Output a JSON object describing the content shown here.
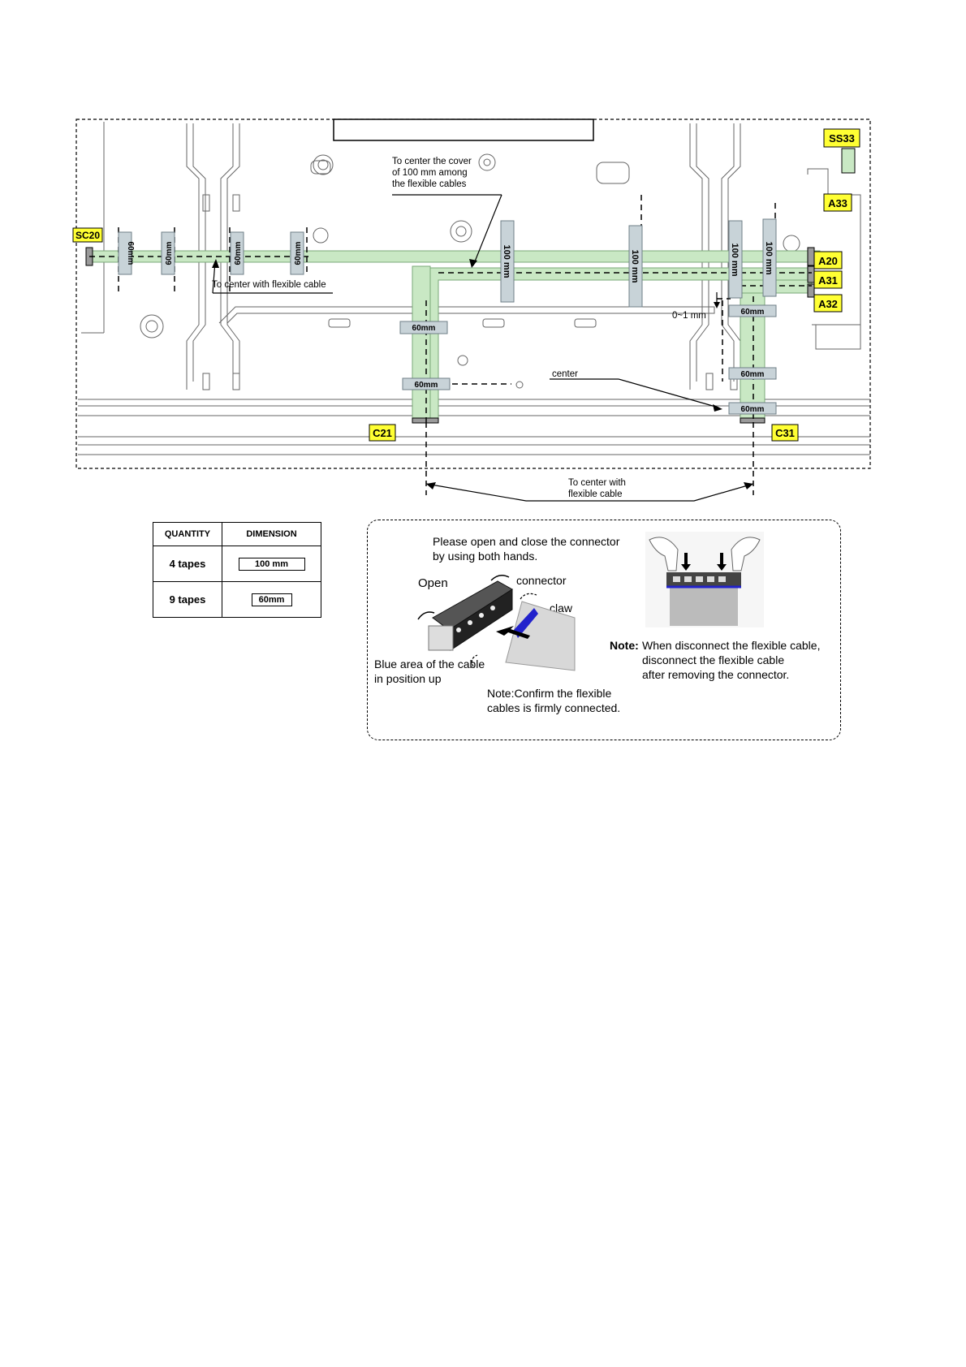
{
  "diagram": {
    "callouts": {
      "cover_center": [
        "To center the cover",
        "of 100 mm among",
        "the flexible cables"
      ],
      "center_flex_left": "To center with flexible cable",
      "gap": "0~1 mm",
      "center": "center",
      "center_flex_bottom": [
        "To center with",
        "flexible cable"
      ]
    },
    "connectors": {
      "sc20": "SC20",
      "ss33": "SS33",
      "a33": "A33",
      "a20": "A20",
      "a31": "A31",
      "a32": "A32",
      "c21": "C21",
      "c31": "C31"
    },
    "tapes": {
      "t60": "60mm",
      "t100": "100 mm"
    }
  },
  "table": {
    "headers": [
      "QUANTITY",
      "DIMENSION"
    ],
    "rows": [
      {
        "quantity": "4 tapes",
        "dimension": "100 mm"
      },
      {
        "quantity": "9 tapes",
        "dimension": "60mm"
      }
    ]
  },
  "connector_note": {
    "instruction": [
      "Please open and close the connector",
      "by using both hands."
    ],
    "open": "Open",
    "connector": "connector",
    "claw": "claw",
    "blue_area": [
      "Blue area of the cable",
      "in position up"
    ],
    "confirm": [
      "Note:Confirm the flexible",
      "cables is firmly connected."
    ],
    "note_label": "Note:",
    "note_text": [
      "When disconnect the flexible cable,",
      "disconnect the flexible cable",
      "after removing the connector."
    ]
  },
  "colors": {
    "connector_tag": "#ffff33",
    "cable_fill": "#c9e8c4",
    "tape_fill": "#c8d3d8",
    "blue_cable": "#2222cc"
  }
}
